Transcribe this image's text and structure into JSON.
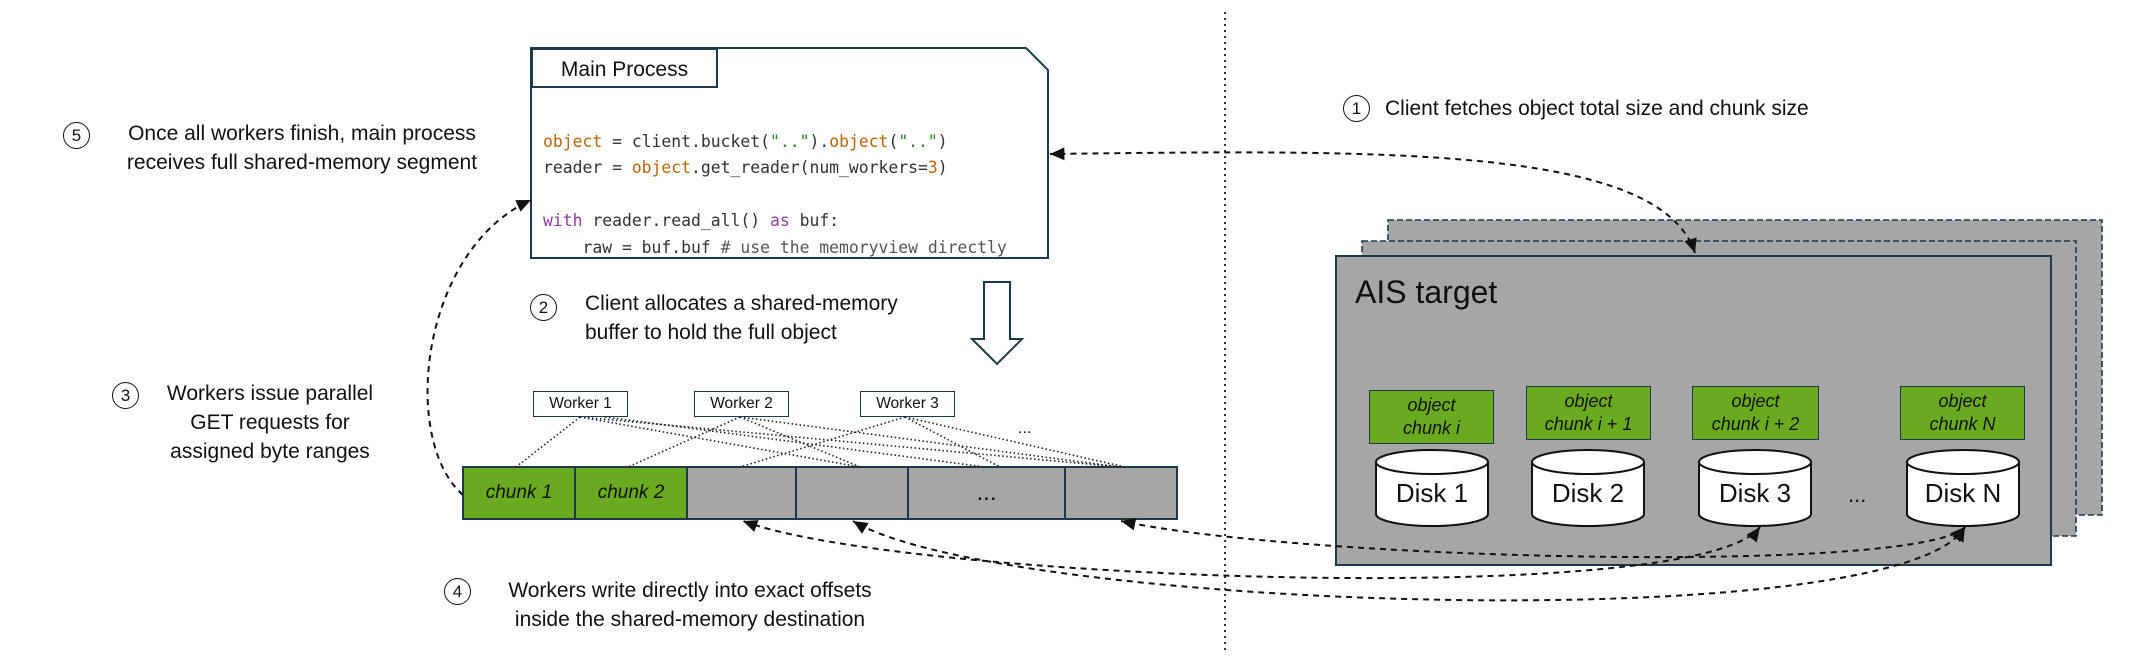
{
  "main_process": {
    "title": "Main Process",
    "code_lines": [
      [
        "object",
        " = client.bucket(",
        "\"..\"",
        ").",
        "object",
        "(",
        "\"..\"",
        ")"
      ],
      [
        "reader = ",
        "object",
        ".get_reader(num_workers=",
        "3",
        ")"
      ],
      [],
      [
        "with",
        " reader.read_all() ",
        "as",
        " buf:"
      ],
      [
        "    raw = buf.buf ",
        "# use the memoryview directly"
      ]
    ]
  },
  "steps": {
    "s1": {
      "num": "1",
      "line1": "Client fetches object total size and chunk size"
    },
    "s2": {
      "num": "2",
      "line1": "Client allocates a shared-memory",
      "line2": "buffer to hold the full object"
    },
    "s3": {
      "num": "3",
      "line1": "Workers issue parallel",
      "line2": "GET requests for",
      "line3": "assigned byte ranges"
    },
    "s4": {
      "num": "4",
      "line1": "Workers write directly into exact offsets",
      "line2": "inside the shared-memory destination"
    },
    "s5": {
      "num": "5",
      "line1": "Once all workers finish, main process",
      "line2": "receives full shared-memory segment"
    }
  },
  "workers": [
    "Worker 1",
    "Worker 2",
    "Worker 3"
  ],
  "workers_more": "...",
  "buffer": {
    "cells": [
      "chunk 1",
      "chunk 2",
      "",
      "",
      "...",
      ""
    ]
  },
  "ais": {
    "title": "AIS target",
    "chunks": [
      {
        "line1": "object",
        "line2": "chunk i"
      },
      {
        "line1": "object",
        "line2": "chunk i + 1"
      },
      {
        "line1": "object",
        "line2": "chunk i + 2"
      },
      {
        "line1": "object",
        "line2": "chunk N"
      }
    ],
    "disks": [
      "Disk 1",
      "Disk 2",
      "Disk 3",
      "Disk N"
    ],
    "disk_ellipsis": "..."
  },
  "colors": {
    "green": "#6aaa1e",
    "gray": "#a6a6a6",
    "outline": "#1e3a4a"
  }
}
